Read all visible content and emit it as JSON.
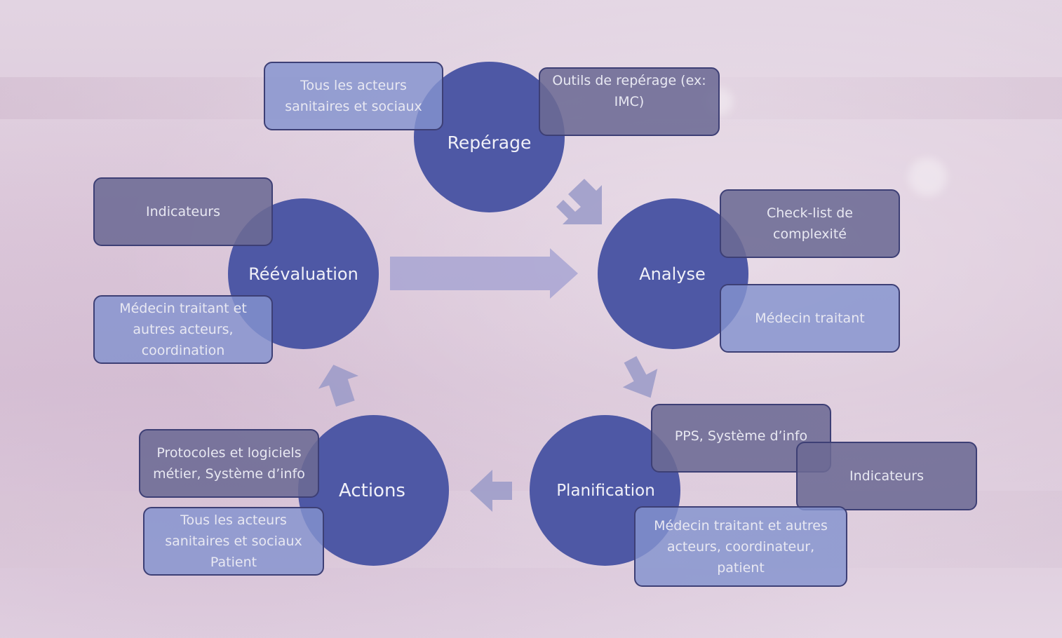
{
  "diagram": {
    "nodes": {
      "reperage": "Repérage",
      "analyse": "Analyse",
      "planification": "Planification",
      "actions": "Actions",
      "reevaluation": "Réévaluation"
    },
    "boxes": {
      "reperage_actors": "Tous les acteurs sanitaires et sociaux",
      "reperage_tools": "Outils de repérage (ex: IMC)",
      "analyse_tools": "Check-list de complexité",
      "analyse_actors": "Médecin traitant",
      "planification_tools": "PPS, Système d’info",
      "planification_indicators": "Indicateurs",
      "planification_actors": "Médecin traitant et autres acteurs, coordinateur, patient",
      "actions_tools": "Protocoles et logiciels métier, Système d’info",
      "actions_actors": "Tous les acteurs sanitaires et sociaux Patient",
      "reevaluation_indicators": "Indicateurs",
      "reevaluation_actors": "Médecin traitant et autres acteurs, coordination"
    },
    "colors": {
      "circle": "#4e58a5",
      "box_dark": "#6c6a94",
      "box_light": "#8492ce",
      "arrow": "#9a9ac8"
    }
  }
}
